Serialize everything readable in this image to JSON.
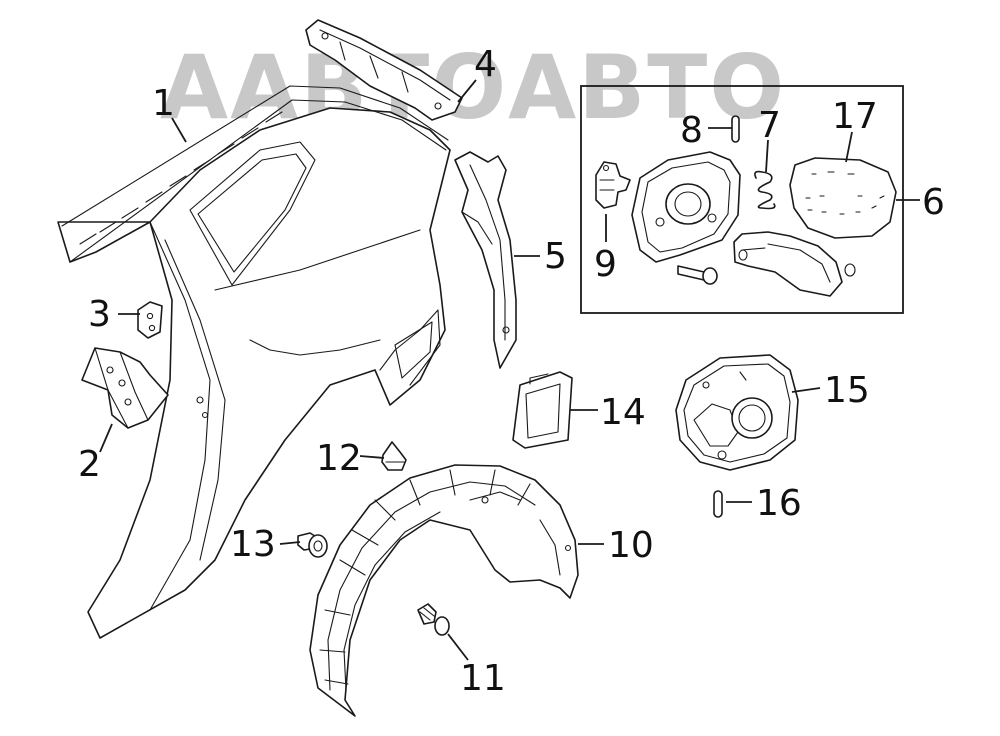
{
  "watermark": {
    "text": "ААВТОАВТО",
    "color": "#9a9a9a"
  },
  "callouts": {
    "c1": "1",
    "c2": "2",
    "c3": "3",
    "c4": "4",
    "c5": "5",
    "c6": "6",
    "c7": "7",
    "c8": "8",
    "c9": "9",
    "c10": "10",
    "c11": "11",
    "c12": "12",
    "c13": "13",
    "c14": "14",
    "c15": "15",
    "c16": "16",
    "c17": "17"
  },
  "colors": {
    "line": "#1a1a1a",
    "background": "#ffffff"
  }
}
